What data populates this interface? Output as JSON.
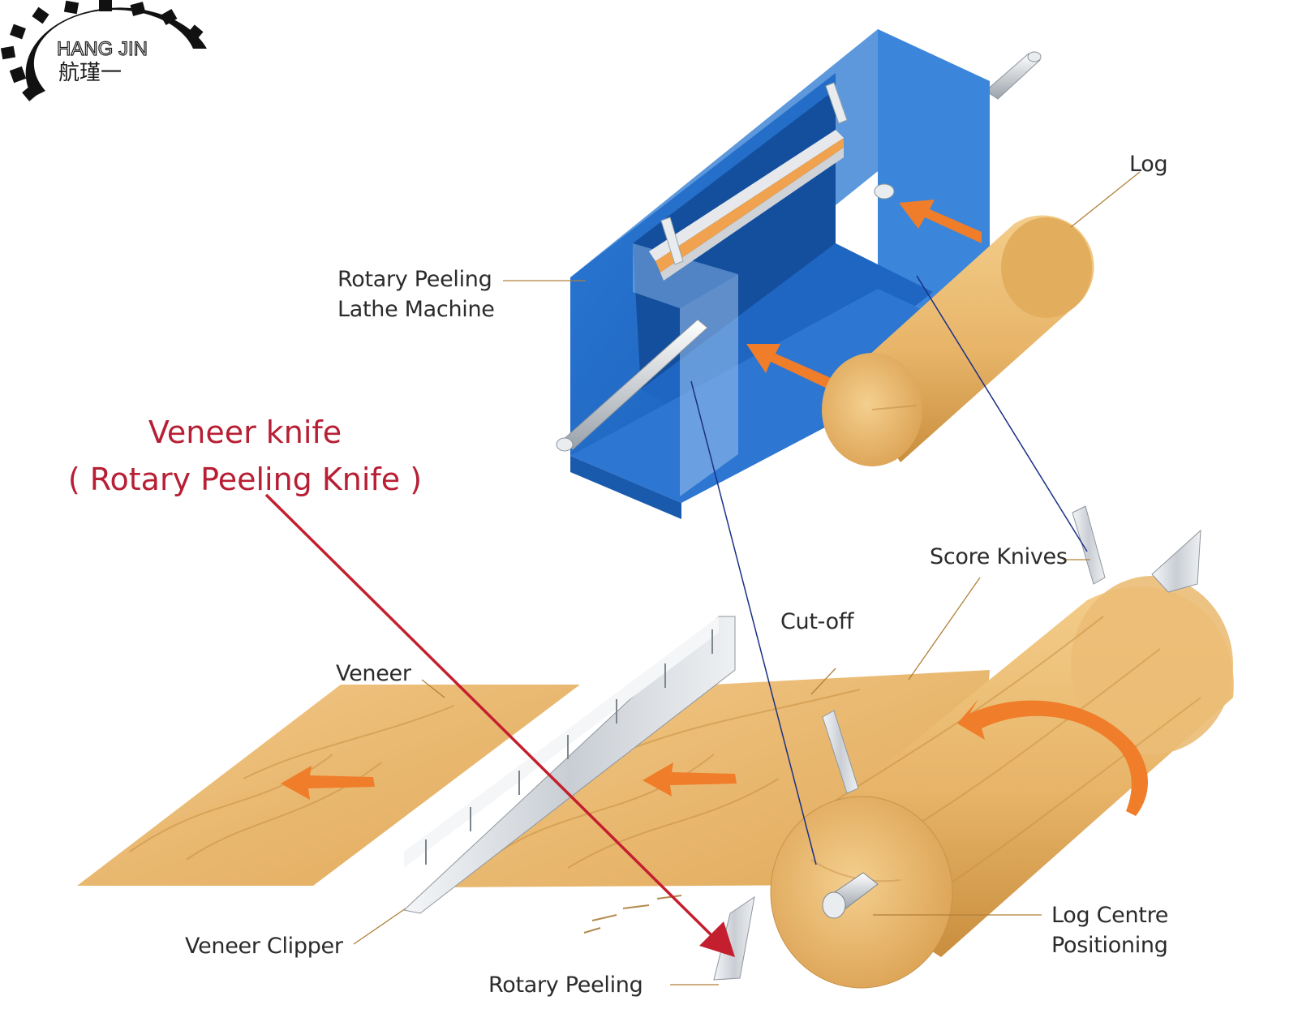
{
  "logo": {
    "name": "HANG JIN",
    "chinese": "航瑾一",
    "gear_color": "#111111"
  },
  "headline": {
    "line1": "Veneer knife",
    "line2": "( Rotary Peeling Knife )",
    "color": "#b71f34"
  },
  "labels": {
    "log": "Log",
    "lathe_line1": "Rotary Peeling",
    "lathe_line2": "Lathe Machine",
    "score_knives": "Score Knives",
    "cut_off": "Cut-off",
    "veneer": "Veneer",
    "veneer_clipper": "Veneer Clipper",
    "log_centre_line1": "Log Centre",
    "log_centre_line2": "Positioning",
    "rotary_peeling": "Rotary Peeling"
  },
  "colors": {
    "machine_blue": "#1f6fc9",
    "machine_light": "#6fa6e6",
    "wood": "#e8b66a",
    "wood_dark": "#d39a48",
    "arrow_orange": "#ef7d2a",
    "blade": "#d9dde2",
    "leader_line": "#b0803a",
    "connector_line": "#1b2f86"
  }
}
